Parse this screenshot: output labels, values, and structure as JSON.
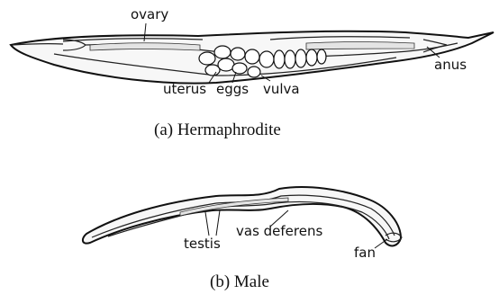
{
  "hermaphrodite": {
    "caption": "(a) Hermaphrodite",
    "labels": {
      "ovary": "ovary",
      "uterus": "uterus",
      "eggs": "eggs",
      "vulva": "vulva",
      "anus": "anus"
    }
  },
  "male": {
    "caption": "(b) Male",
    "labels": {
      "testis": "testis",
      "vas_deferens": "vas deferens",
      "fan": "fan"
    }
  }
}
